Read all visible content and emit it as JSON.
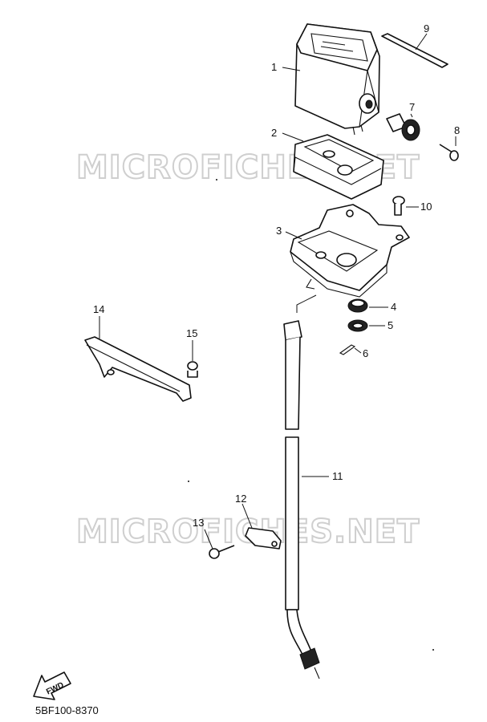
{
  "watermarks": [
    "MICROFICHES.NET",
    "MICROFICHES.NET"
  ],
  "callouts": [
    "1",
    "2",
    "3",
    "4",
    "5",
    "6",
    "7",
    "8",
    "9",
    "10",
    "11",
    "12",
    "13",
    "14",
    "15"
  ],
  "fwd_label": "FWD",
  "diagram_code": "5BF100-8370"
}
